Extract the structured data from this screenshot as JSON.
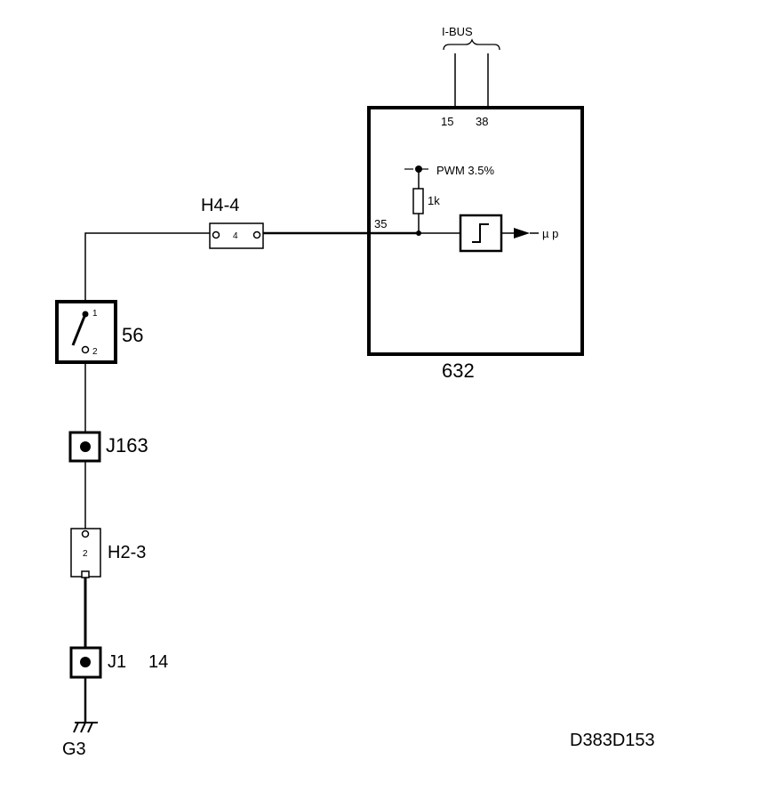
{
  "diagram_id": "D383D153",
  "ground": {
    "label": "G3"
  },
  "bus": {
    "label": "I-BUS",
    "pins": [
      "15",
      "38"
    ]
  },
  "control_unit": {
    "id": "632",
    "input_pin": "35",
    "pullup": {
      "resistor": "1k",
      "supply": "PWM 3.5%"
    },
    "output": "µ p"
  },
  "connectors": [
    {
      "id": "H4-4",
      "pin": "4"
    },
    {
      "id": "H2-3",
      "pin": "2"
    }
  ],
  "switch": {
    "id": "56",
    "pin_top": "1",
    "pin_bottom": "2"
  },
  "junctions": [
    {
      "id": "J163"
    },
    {
      "id": "J1",
      "pin": "14"
    }
  ]
}
